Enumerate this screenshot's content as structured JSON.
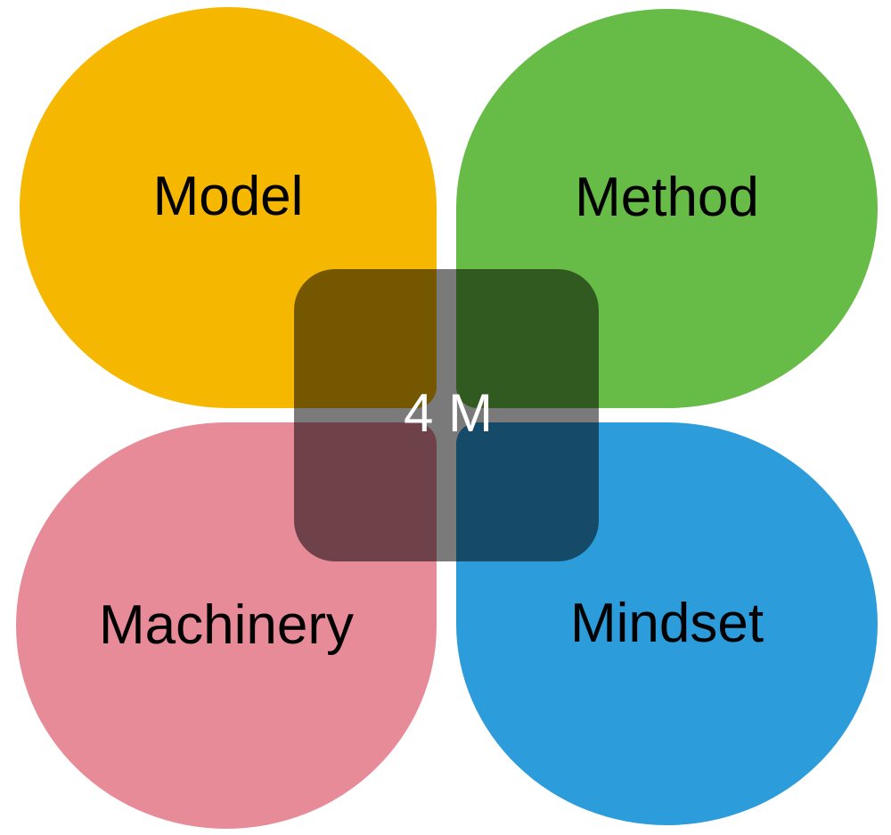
{
  "diagram": {
    "title": "4 M",
    "center_label": "4 M",
    "center_text_color": "#ffffff",
    "label_text_color": "#000000",
    "background_color": "#ffffff",
    "overlay_color": "rgba(0, 0, 0, 0.52)",
    "petals": [
      {
        "id": "model",
        "label": "Model",
        "color": "#f5b700",
        "position": "top-left"
      },
      {
        "id": "method",
        "label": "Method",
        "color": "#66bc46",
        "position": "top-right"
      },
      {
        "id": "machinery",
        "label": "Machinery",
        "color": "#e88b99",
        "position": "bottom-left"
      },
      {
        "id": "mindset",
        "label": "Mindset",
        "color": "#2c9cdb",
        "position": "bottom-right"
      }
    ]
  }
}
